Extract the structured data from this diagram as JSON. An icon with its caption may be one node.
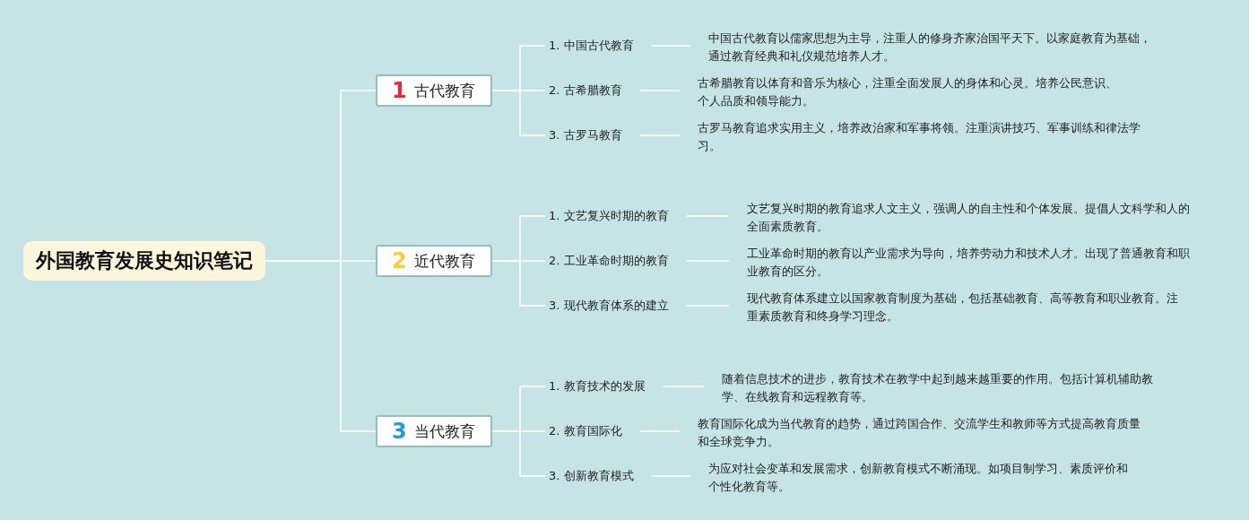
{
  "diagram": {
    "nodes": [
      {
        "text": [
          "外国教育发展史知识笔记"
        ]
      },
      {
        "text": [
          "1",
          "古代教育"
        ]
      },
      {
        "text": [
          "1. 中国古代教育"
        ]
      },
      {
        "text": [
          "中国古代教育以儒家思想为主导，注重人的修身齐家治国平天下。以家庭教育为基础，通过教育经典和礼仪规范培养人才。"
        ]
      },
      {
        "text": [
          "2. 古希腊教育"
        ]
      },
      {
        "text": [
          "古希腊教育以体育和音乐为核心，注重全面发展人的身体和心灵。培养公民意识、个人品质和领导能力。"
        ]
      },
      {
        "text": [
          "3. 古罗马教育"
        ]
      },
      {
        "text": [
          "古罗马教育追求实用主义，培养政治家和军事将领。注重演讲技巧、军事训练和律法学习。"
        ]
      },
      {
        "text": [
          "2",
          "近代教育"
        ]
      },
      {
        "text": [
          "1. 文艺复兴时期的教育"
        ]
      },
      {
        "text": [
          "文艺复兴时期的教育追求人文主义，强调人的自主性和个体发展。提倡人文科学和人的全面素质教育。"
        ]
      },
      {
        "text": [
          "2. 工业革命时期的教育"
        ]
      },
      {
        "text": [
          "工业革命时期的教育以产业需求为导向，培养劳动力和技术人才。出现了普通教育和职业教育的区分。"
        ]
      },
      {
        "text": [
          "3. 现代教育体系的建立"
        ]
      },
      {
        "text": [
          "现代教育体系建立以国家教育制度为基础，包括基础教育、高等教育和职业教育。注重素质教育和终身学习理念。"
        ]
      },
      {
        "text": [
          "3",
          "当代教育"
        ]
      },
      {
        "text": [
          "1. 教育技术的发展"
        ]
      },
      {
        "text": [
          "随着信息技术的进步，教育技术在教学中起到越来越重要的作用。包括计算机辅助教学、在线教育和远程教育等。"
        ]
      },
      {
        "text": [
          "2. 教育国际化"
        ]
      },
      {
        "text": [
          "教育国际化成为当代教育的趋势，通过跨国合作、交流学生和教师等方式提高教育质量和全球竞争力。"
        ]
      },
      {
        "text": [
          "3. 创新教育模式"
        ]
      },
      {
        "text": [
          "为应对社会变革和发展需求，创新教育模式不断涌现。如项目制学习、素质评价和个性化教育等。"
        ]
      }
    ],
    "edges": [
      {
        "from": 0,
        "to": 1,
        "arrow": "none"
      },
      {
        "from": 0,
        "to": 8,
        "arrow": "none"
      },
      {
        "from": 0,
        "to": 15,
        "arrow": "none"
      },
      {
        "from": 1,
        "to": 2,
        "arrow": "none"
      },
      {
        "from": 1,
        "to": 4,
        "arrow": "none"
      },
      {
        "from": 1,
        "to": 6,
        "arrow": "none"
      },
      {
        "from": 2,
        "to": 3,
        "arrow": "none"
      },
      {
        "from": 4,
        "to": 5,
        "arrow": "none"
      },
      {
        "from": 6,
        "to": 7,
        "arrow": "none"
      },
      {
        "from": 8,
        "to": 9,
        "arrow": "none"
      },
      {
        "from": 8,
        "to": 11,
        "arrow": "none"
      },
      {
        "from": 8,
        "to": 13,
        "arrow": "none"
      },
      {
        "from": 9,
        "to": 10,
        "arrow": "none"
      },
      {
        "from": 11,
        "to": 12,
        "arrow": "none"
      },
      {
        "from": 13,
        "to": 14,
        "arrow": "none"
      },
      {
        "from": 15,
        "to": 16,
        "arrow": "none"
      },
      {
        "from": 15,
        "to": 18,
        "arrow": "none"
      },
      {
        "from": 15,
        "to": 20,
        "arrow": "none"
      },
      {
        "from": 16,
        "to": 17,
        "arrow": "none"
      },
      {
        "from": 18,
        "to": 19,
        "arrow": "none"
      },
      {
        "from": 20,
        "to": 21,
        "arrow": "none"
      }
    ]
  }
}
